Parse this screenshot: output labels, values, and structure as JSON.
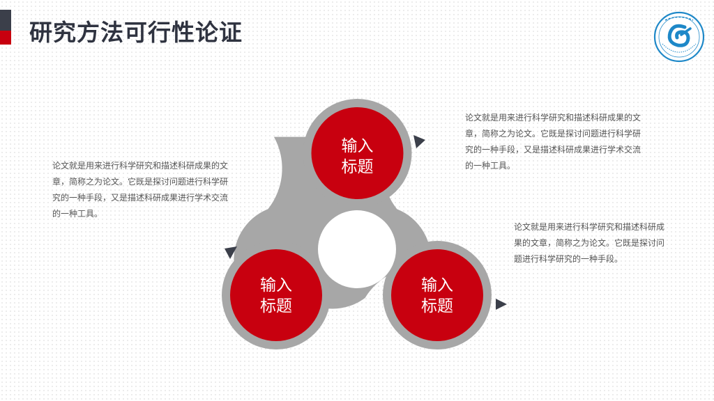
{
  "header": {
    "title": "研究方法可行性论证"
  },
  "diagram": {
    "nodes": [
      {
        "label_line1": "输入",
        "label_line2": "标题"
      },
      {
        "label_line1": "输入",
        "label_line2": "标题"
      },
      {
        "label_line1": "输入",
        "label_line2": "标题"
      }
    ]
  },
  "descriptions": {
    "left": "论文就是用来进行科学研究和描述科研成果的文章，简称之为论文。它既是探讨问题进行科学研究的一种手段，又是描述科研成果进行学术交流的一种工具。",
    "top_right": "论文就是用来进行科学研究和描述科研成果的文章，简称之为论文。它既是探讨问题进行科学研究的一种手段，又是描述科研成果进行学术交流的一种工具。",
    "right": "论文就是用来进行科学研究和描述科研成果的文章，简称之为论文。它既是探讨问题进行科学研究的一种手段。"
  },
  "colors": {
    "accent_red": "#c8000f",
    "accent_dark": "#3b3f4a",
    "ring_gray": "#a7a7a7",
    "logo_blue": "#1e88c8"
  }
}
